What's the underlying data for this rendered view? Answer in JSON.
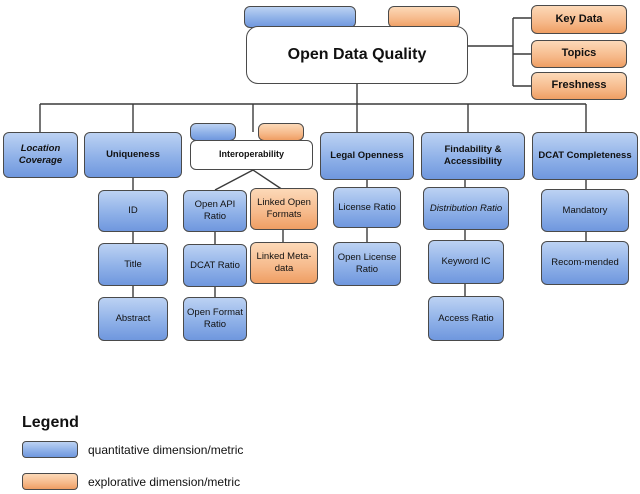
{
  "title": "Open Data Quality",
  "top_explorative": [
    "Key Data",
    "Topics",
    "Freshness"
  ],
  "dimensions": {
    "location": "Location Coverage",
    "uniqueness": "Uniqueness",
    "interoperability": "Interoperability",
    "legal": "Legal Openness",
    "findability": "Findability & Accessibility",
    "dcat": "DCAT Completeness"
  },
  "metrics": {
    "uniqueness": [
      "ID",
      "Title",
      "Abstract"
    ],
    "interop_quant": [
      "Open API Ratio",
      "DCAT Ratio",
      "Open Format Ratio"
    ],
    "interop_expl": [
      "Linked Open Formats",
      "Linked Meta-data"
    ],
    "legal": [
      "License Ratio",
      "Open License Ratio"
    ],
    "findability": [
      "Distribution Ratio",
      "Keyword IC",
      "Access Ratio"
    ],
    "dcat": [
      "Mandatory",
      "Recom-mended"
    ]
  },
  "legend": {
    "title": "Legend",
    "quantitative": "quantitative dimension/metric",
    "explorative": "explorative dimension/metric"
  },
  "colors": {
    "quantitative": "#8fb1e8",
    "explorative": "#f6b98a"
  }
}
